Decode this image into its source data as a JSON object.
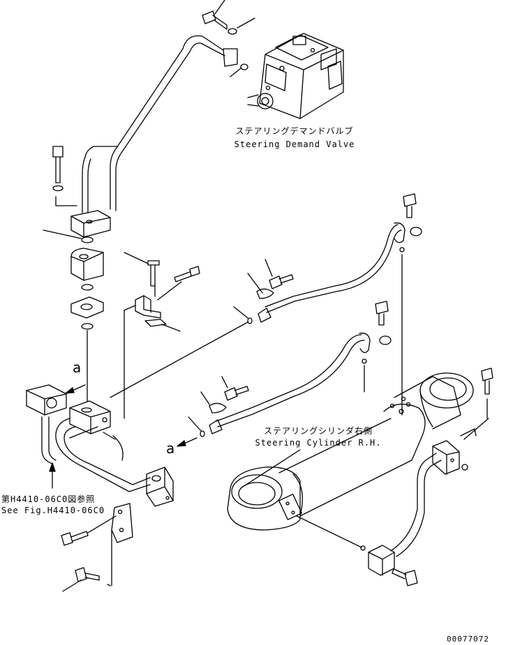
{
  "labels": {
    "demand_valve_jp": "ステアリングデマンドバルブ",
    "demand_valve_en": "Steering Demand Valve",
    "cylinder_jp": "ステアリングシリンダ右側",
    "cylinder_en": "Steering Cylinder R.H.",
    "see_fig_jp": "第H4410-06C0図参照",
    "see_fig_en": "See Fig.H4410-06C0",
    "view_marker_a_1": "a",
    "view_marker_a_2": "a",
    "drawing_number": "00077072"
  },
  "colors": {
    "line": "#000000",
    "background": "#ffffff"
  }
}
